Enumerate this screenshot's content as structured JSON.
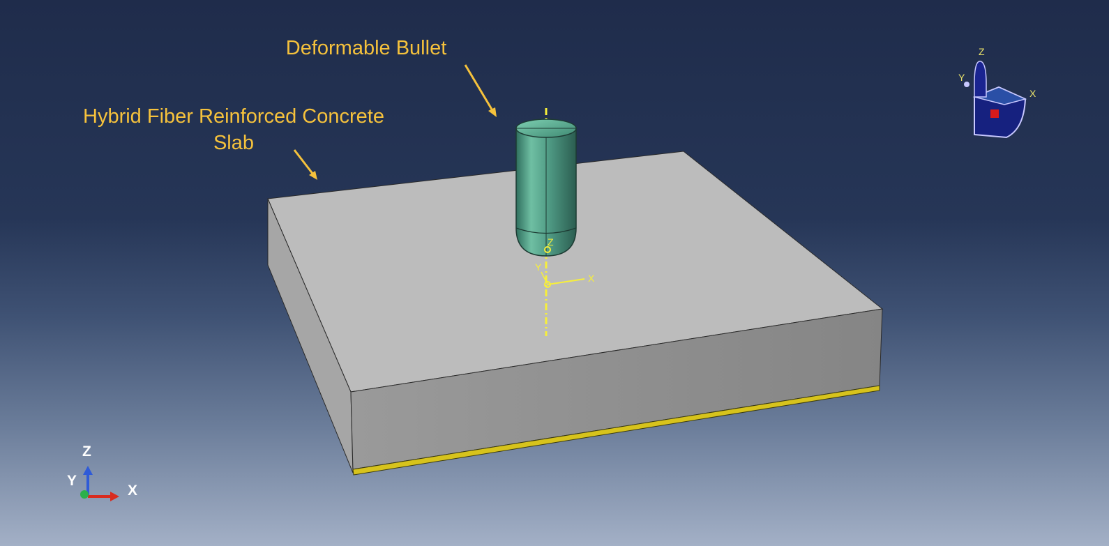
{
  "annotations": {
    "bullet_label": "Deformable Bullet",
    "slab_label_line1": "Hybrid Fiber Reinforced Concrete",
    "slab_label_line2": "Slab"
  },
  "triad": {
    "z": "Z",
    "y": "Y",
    "x": "X"
  },
  "view_cube": {
    "z": "Z",
    "y": "Y",
    "x": "X"
  },
  "local_csys": {
    "z": "Z",
    "y": "Y",
    "x": "X"
  },
  "colors": {
    "annotation": "#f6c23c",
    "slab_top": "#b8b8b8",
    "slab_front": "#8f8f8f",
    "slab_side": "#a3a3a3",
    "bullet": "#4f9a84",
    "reference_line": "#f7ef3a",
    "triad_z": "#2f5bd8",
    "triad_x": "#d92b1f",
    "triad_y": "#2bb04a"
  }
}
